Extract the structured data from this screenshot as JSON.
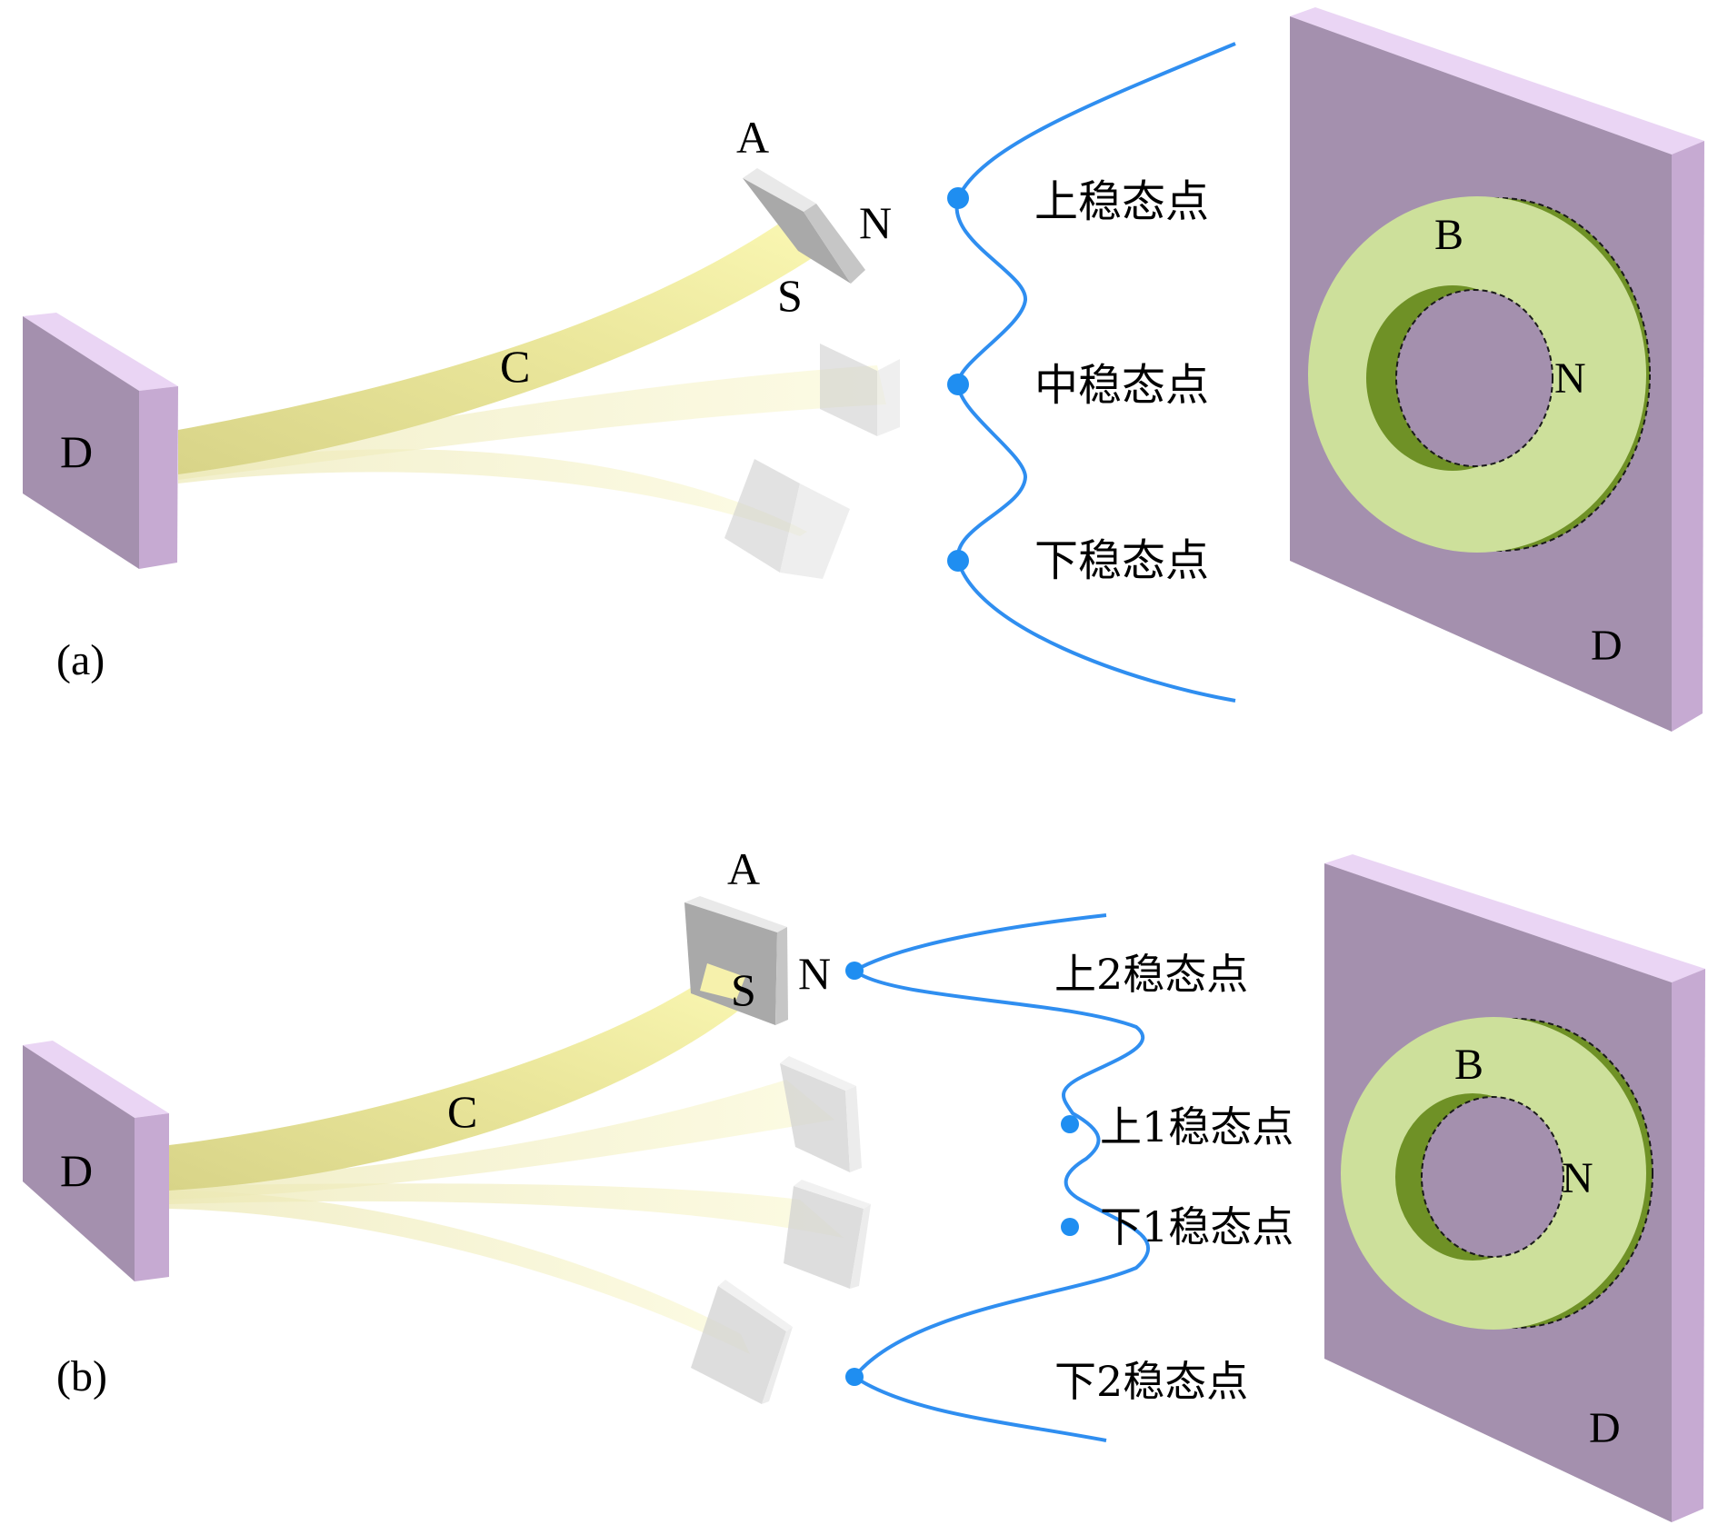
{
  "figure": {
    "panels": [
      {
        "id": "a",
        "panel_label": "(a)",
        "labels": {
          "magnet": "A",
          "north": "N",
          "south": "S",
          "beam": "C",
          "base": "D"
        },
        "states": [
          "上稳态点",
          "中稳态点",
          "下稳态点"
        ],
        "ring_plate": {
          "ring_label": "B",
          "pole_label": "N",
          "plate_label": "D"
        }
      },
      {
        "id": "b",
        "panel_label": "(b)",
        "labels": {
          "magnet": "A",
          "north": "N",
          "south": "S",
          "beam": "C",
          "base": "D"
        },
        "states": [
          "上2稳态点",
          "上1稳态点",
          "下1稳态点",
          "下2稳态点"
        ],
        "ring_plate": {
          "ring_label": "B",
          "pole_label": "N",
          "plate_label": "D"
        }
      }
    ],
    "colors": {
      "plate_front": "#a490ae",
      "plate_top": "#ead5f4",
      "plate_side": "#c6aad2",
      "beam": "#e8e49a",
      "beam_faded": "#f7f4cf",
      "magnet_face": "#a9a9a9",
      "magnet_side": "#cfcfcf",
      "magnet_faded": "#dedede",
      "ring_light": "#cde09b",
      "ring_dark": "#6f9126",
      "potential_curve": "#2f8ef0",
      "stable_point": "#1f8ef1"
    }
  }
}
